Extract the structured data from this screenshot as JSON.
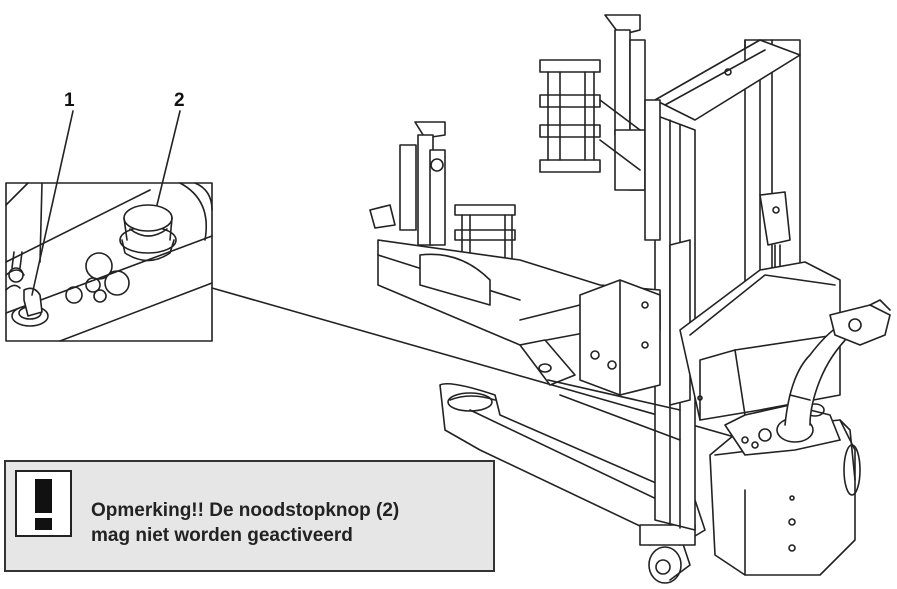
{
  "callouts": {
    "label_1": "1",
    "label_2": "2"
  },
  "note": {
    "icon": "exclamation-warning-icon",
    "line1": "Opmerking!! De noodstopknop (2)",
    "line2": "mag niet worden geactiveerd"
  },
  "colors": {
    "line": "#222222",
    "note_bg": "#e6e6e6"
  }
}
